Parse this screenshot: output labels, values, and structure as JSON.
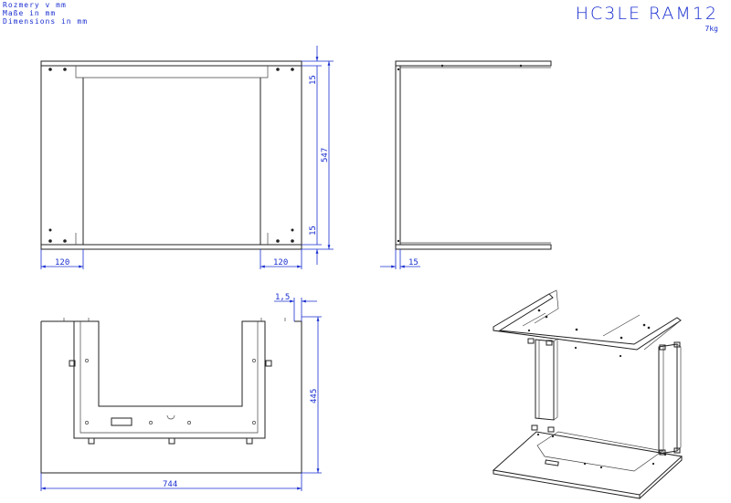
{
  "header": {
    "units_lines": [
      "Rozmery v mm",
      "Maße in mm",
      "Dimensions in mm"
    ],
    "title": "HC3LE RAM12",
    "weight": "7kg"
  },
  "dimensions": {
    "front_width_left": "120",
    "front_width_right": "120",
    "top_thickness": "15",
    "height": "547",
    "bottom_thickness": "15",
    "side_thickness": "15",
    "offset": "1,5",
    "depth": "445",
    "total_width": "744"
  }
}
